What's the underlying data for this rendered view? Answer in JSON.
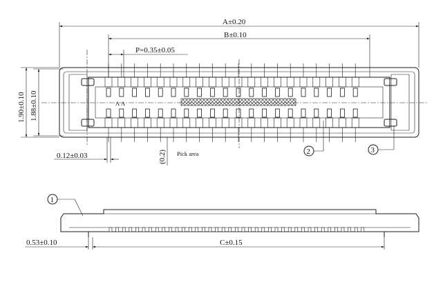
{
  "dimensions": {
    "a": "A±0.20",
    "b": "B±0.10",
    "p_pitch": "P=0.35±0.05",
    "height_190": "1.90±0.10",
    "height_188": "1.88±0.10",
    "offset_012": "0.12±0.03",
    "ref_02": "(0.2)",
    "offset_053": "0.53±0.10",
    "c": "C±0.15"
  },
  "labels": {
    "pick_area": "Pick area",
    "section_a1": "A",
    "section_a2": "A"
  },
  "callouts": {
    "c1": "1",
    "c2": "2",
    "c3": "3"
  },
  "pin_count_per_row": 20
}
